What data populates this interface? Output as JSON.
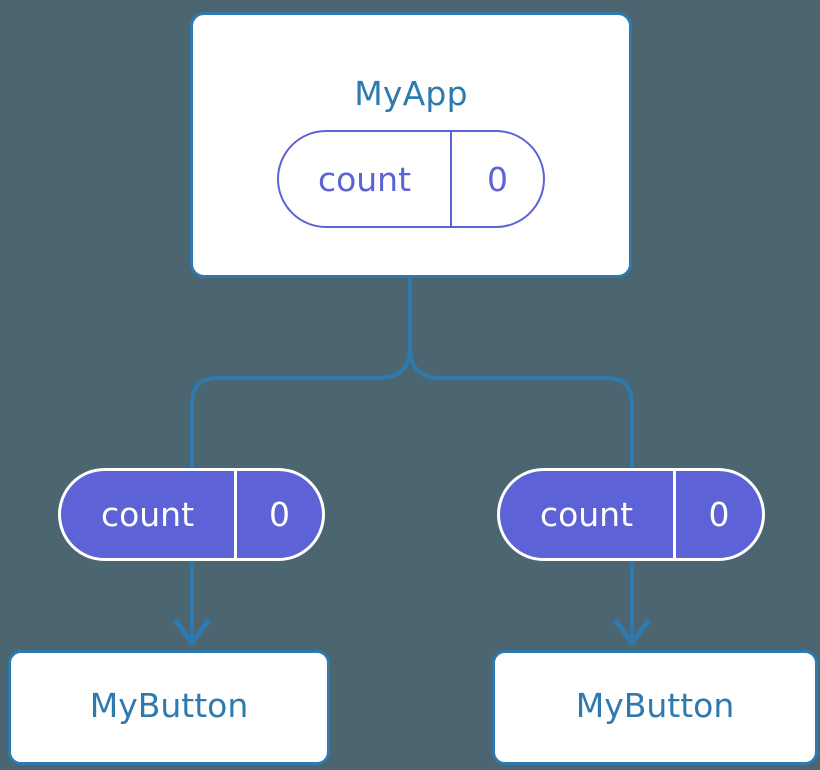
{
  "diagram": {
    "title": "MyApp",
    "background_color": "#4b6670",
    "accent_color": "#2e7aae",
    "state_color": "#5d63d6",
    "root": {
      "component_label": "MyApp",
      "state": {
        "key": "count",
        "value": "0"
      }
    },
    "children": [
      {
        "state": {
          "key": "count",
          "value": "0"
        },
        "component_label": "MyButton"
      },
      {
        "state": {
          "key": "count",
          "value": "0"
        },
        "component_label": "MyButton"
      }
    ]
  }
}
